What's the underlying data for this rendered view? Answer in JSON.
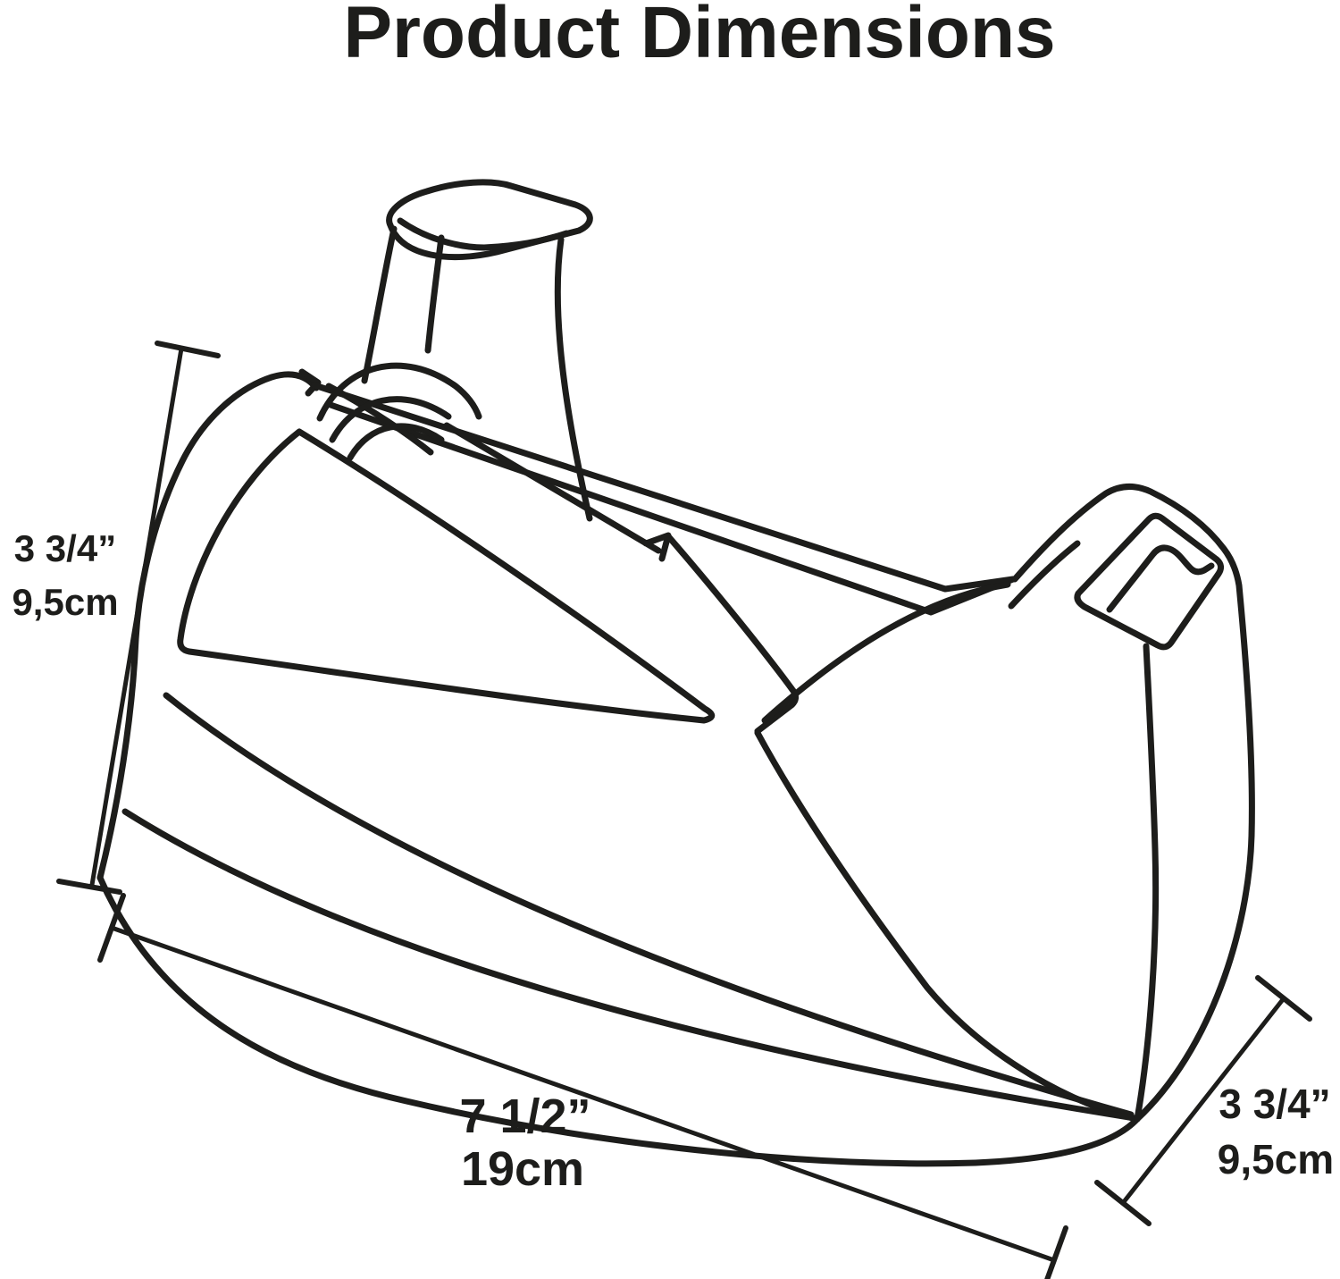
{
  "title": "Product Dimensions",
  "colors": {
    "line": "#1d1d1b",
    "background": "#ffffff"
  },
  "drawing": {
    "subject": "desktop tape dispenser outline illustration"
  },
  "annotations": {
    "height": {
      "imperial": "3 3/4”",
      "metric": "9,5cm"
    },
    "length": {
      "imperial": "7 1/2”",
      "metric": "19cm"
    },
    "depth": {
      "imperial": "3 3/4”",
      "metric": "9,5cm"
    }
  }
}
